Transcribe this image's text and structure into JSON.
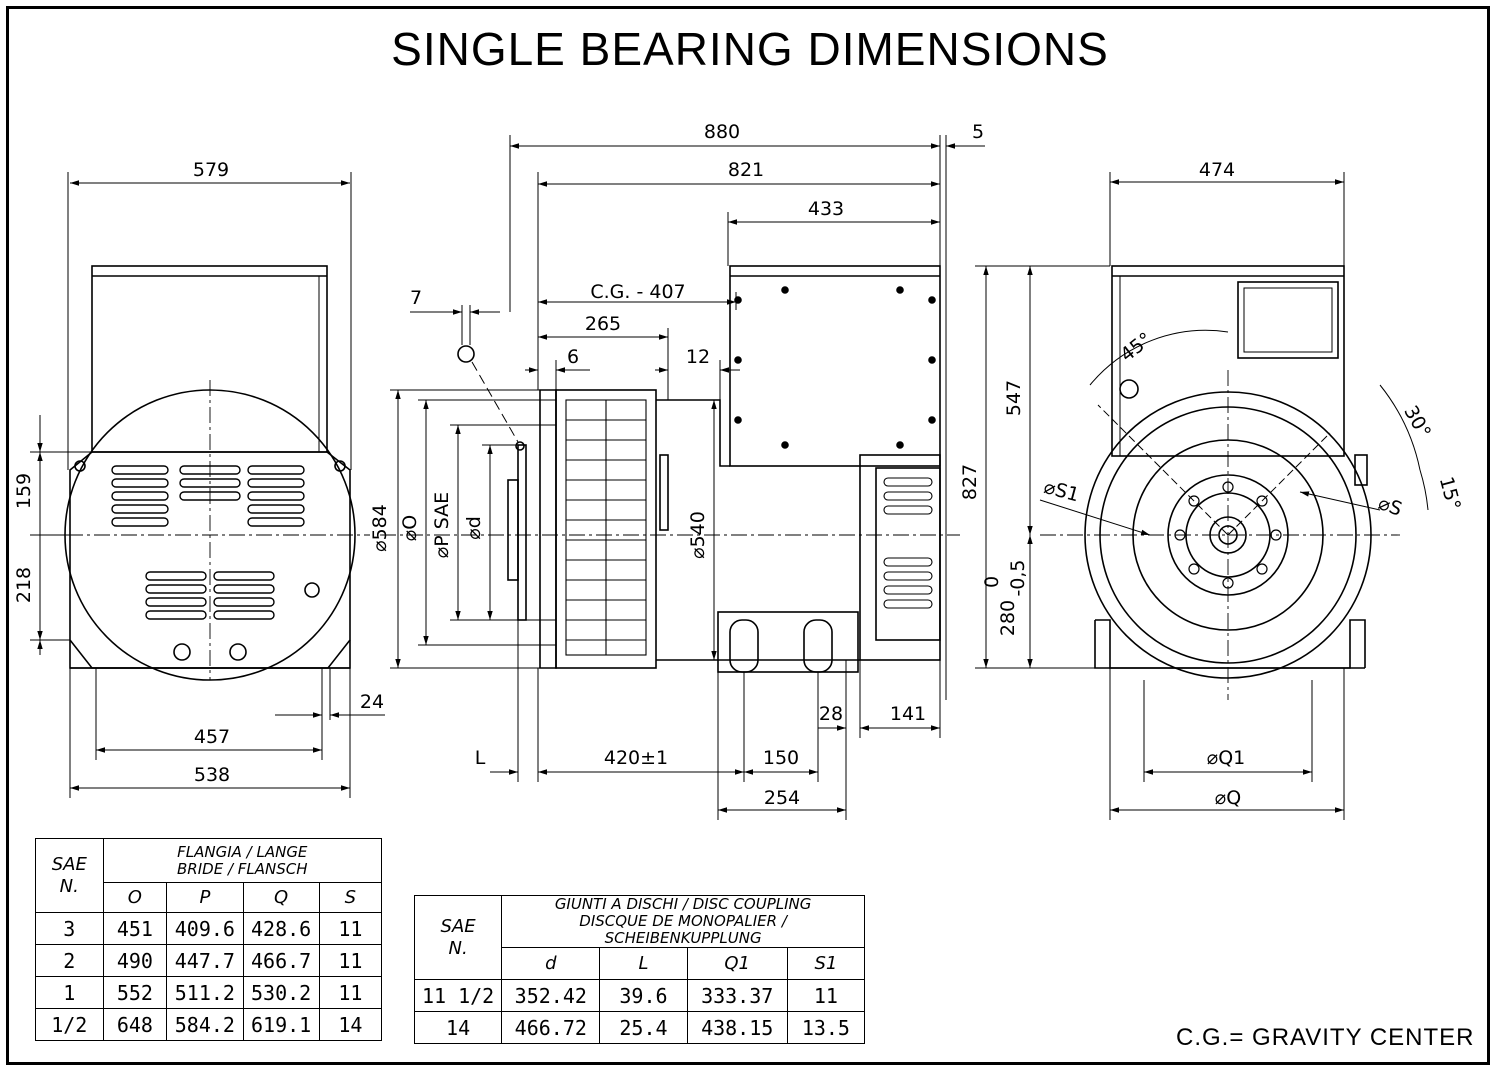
{
  "title": "SINGLE BEARING DIMENSIONS",
  "legend": "C.G.= GRAVITY CENTER",
  "dims": {
    "front_width": "579",
    "front_h159": "159",
    "front_h218": "218",
    "front_457": "457",
    "front_538": "538",
    "front_24": "24",
    "side_880": "880",
    "side_5": "5",
    "side_821": "821",
    "side_433": "433",
    "side_cg": "C.G. -  407",
    "side_7": "7",
    "side_265": "265",
    "side_6": "6",
    "side_12": "12",
    "side_d584": "⌀584",
    "side_dO": "⌀O",
    "side_dP": "⌀P  SAE",
    "side_dd": "⌀d",
    "side_d540": "⌀540",
    "side_827": "827",
    "side_L": "L",
    "side_420": "420±1",
    "side_150": "150",
    "side_254": "254",
    "side_28": "28",
    "side_141": "141",
    "rear_474": "474",
    "rear_547": "547",
    "rear_280": "280",
    "rear_tol_top": "0",
    "rear_tol_bot": "-0,5",
    "rear_45": "45°",
    "rear_30": "30°",
    "rear_15": "15°",
    "rear_S1": "⌀S1",
    "rear_S": "⌀S",
    "rear_Q1": "⌀Q1",
    "rear_Q": "⌀Q"
  },
  "flange_table": {
    "sae_label": "SAE",
    "n_label": "N.",
    "header_1": "FLANGIA  /  LANGE",
    "header_2": "BRIDE  /  FLANSCH",
    "columns": [
      "O",
      "P",
      "Q",
      "S"
    ],
    "rows": [
      [
        "3",
        "451",
        "409.6",
        "428.6",
        "11"
      ],
      [
        "2",
        "490",
        "447.7",
        "466.7",
        "11"
      ],
      [
        "1",
        "552",
        "511.2",
        "530.2",
        "11"
      ],
      [
        "1/2",
        "648",
        "584.2",
        "619.1",
        "14"
      ]
    ]
  },
  "coupling_table": {
    "sae_label": "SAE",
    "n_label": "N.",
    "header_1": "GIUNTI  A  DISCHI  /  DISC  COUPLING",
    "header_2": "DISCQUE  DE  MONOPALIER  /  SCHEIBENKUPPLUNG",
    "columns": [
      "d",
      "L",
      "Q1",
      "S1"
    ],
    "rows": [
      [
        "11  1/2",
        "352.42",
        "39.6",
        "333.37",
        "11"
      ],
      [
        "14",
        "466.72",
        "25.4",
        "438.15",
        "13.5"
      ]
    ]
  }
}
